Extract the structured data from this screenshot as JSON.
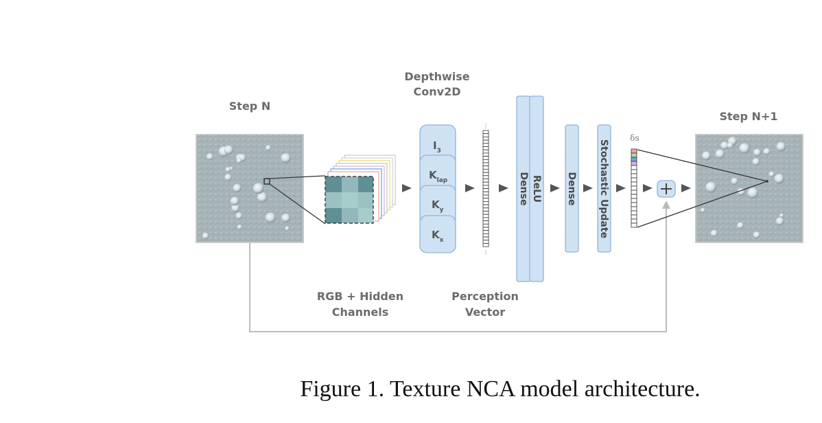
{
  "labels": {
    "step_n": "Step N",
    "step_n1": "Step N+1",
    "depthwise_line1": "Depthwise",
    "depthwise_line2": "Conv2D",
    "rgb_line1": "RGB + Hidden",
    "rgb_line2": "Channels",
    "perception_line1": "Perception",
    "perception_line2": "Vector",
    "delta_s": "δs"
  },
  "kernels": [
    {
      "main": "I",
      "sub": "3"
    },
    {
      "main": "K",
      "sub": "lap"
    },
    {
      "main": "K",
      "sub": "y"
    },
    {
      "main": "K",
      "sub": "x"
    }
  ],
  "layers": {
    "dense1": "Dense",
    "relu": "ReLU",
    "dense2": "Dense",
    "stochastic": "Stochastic Update"
  },
  "plus_symbol": "+",
  "caption": "Figure 1. Texture NCA model architecture.",
  "colors": {
    "layer_fill": "#cfe2f3",
    "layer_stroke": "#8fb4d6",
    "texture_base": "#a9b7bb",
    "teal_dark": "#5c8f95",
    "teal_light": "#a6c9cb",
    "arrow": "#555555",
    "connector": "#bbbbbb"
  },
  "icons": {
    "plus": "plus-icon",
    "arrow": "arrow-right-icon"
  }
}
